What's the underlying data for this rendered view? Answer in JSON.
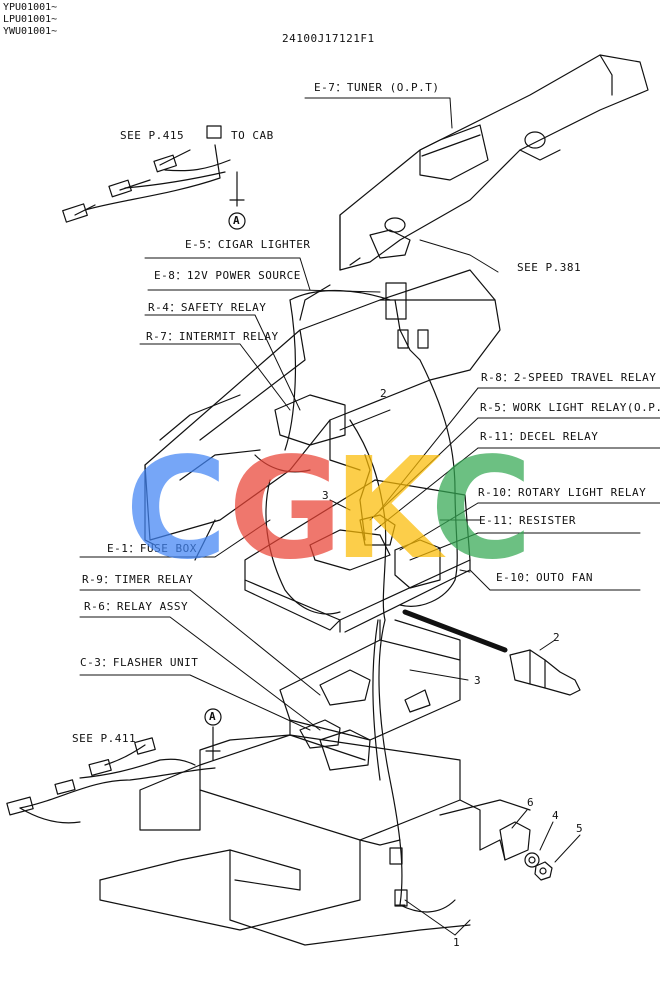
{
  "header": {
    "codes": [
      "YPU01001~",
      "LPU01001~",
      "YWU01001~"
    ],
    "drawing_number": "24100J17121F1"
  },
  "labels": {
    "e7": "E-7：TUNER (O.P.T)",
    "see415": "SEE P.415",
    "to_cab": "TO CAB",
    "e5": "E-5：CIGAR LIGHTER",
    "e8": "E-8：12V POWER SOURCE",
    "r4": "R-4：SAFETY RELAY",
    "r7": "R-7：INTERMIT RELAY",
    "see381": "SEE P.381",
    "r8": "R-8：2-SPEED TRAVEL RELAY",
    "r5": "R-5：WORK LIGHT RELAY(O.P.T)",
    "r11": "R-11：DECEL RELAY",
    "r10": "R-10：ROTARY LIGHT RELAY",
    "e11": "E-11：RESISTER",
    "e1": "E-1：FUSE BOX",
    "e10": "E-10：OUTO FAN",
    "r9": "R-9：TIMER RELAY",
    "r6": "R-6：RELAY ASSY",
    "c3": "C-3：FLASHER UNIT",
    "see411": "SEE P.411"
  },
  "connector_marks": {
    "upper": "A",
    "lower": "A"
  },
  "callouts": {
    "n2_top": "2",
    "n3_mid": "3",
    "n2_right": "2",
    "n3_right": "3",
    "n6": "6",
    "n4": "4",
    "n5": "5",
    "n1": "1"
  },
  "watermark": {
    "letters": [
      "C",
      "G",
      "K",
      "C"
    ],
    "colors": [
      "#4285f4",
      "#ea4335",
      "#fbbc05",
      "#34a853"
    ]
  }
}
